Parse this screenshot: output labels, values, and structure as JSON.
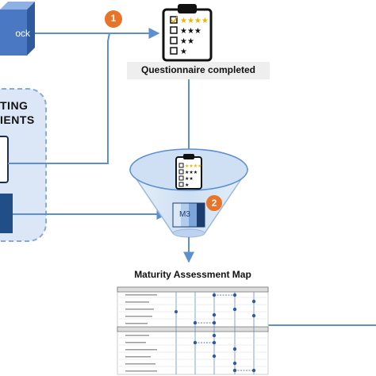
{
  "colors": {
    "arrow": "#5b8fd0",
    "badge": "#e8742a",
    "cube_front": "#4a78c2",
    "cube_top": "#8fb0e4",
    "cube_side": "#2f5a9e",
    "panel_bg": "#dbe7f6",
    "panel_border": "#8aa9d6",
    "funnel": "#cfe0f4",
    "dark_block": "#1f4f86",
    "m3_dark": "#1b3c6e"
  },
  "left_cube": {
    "label": "ock"
  },
  "left_panel": {
    "line1": "TING",
    "line2": "IENTS"
  },
  "step_badges": [
    "1",
    "2"
  ],
  "questionnaire": {
    "icon": "clipboard-rating-icon",
    "caption": "Questionnaire completed"
  },
  "funnel": {
    "icon": "clipboard-rating-icon",
    "m3_label": "M3"
  },
  "maturity_map": {
    "title": "Maturity Assessment Map",
    "section_count": 2
  }
}
